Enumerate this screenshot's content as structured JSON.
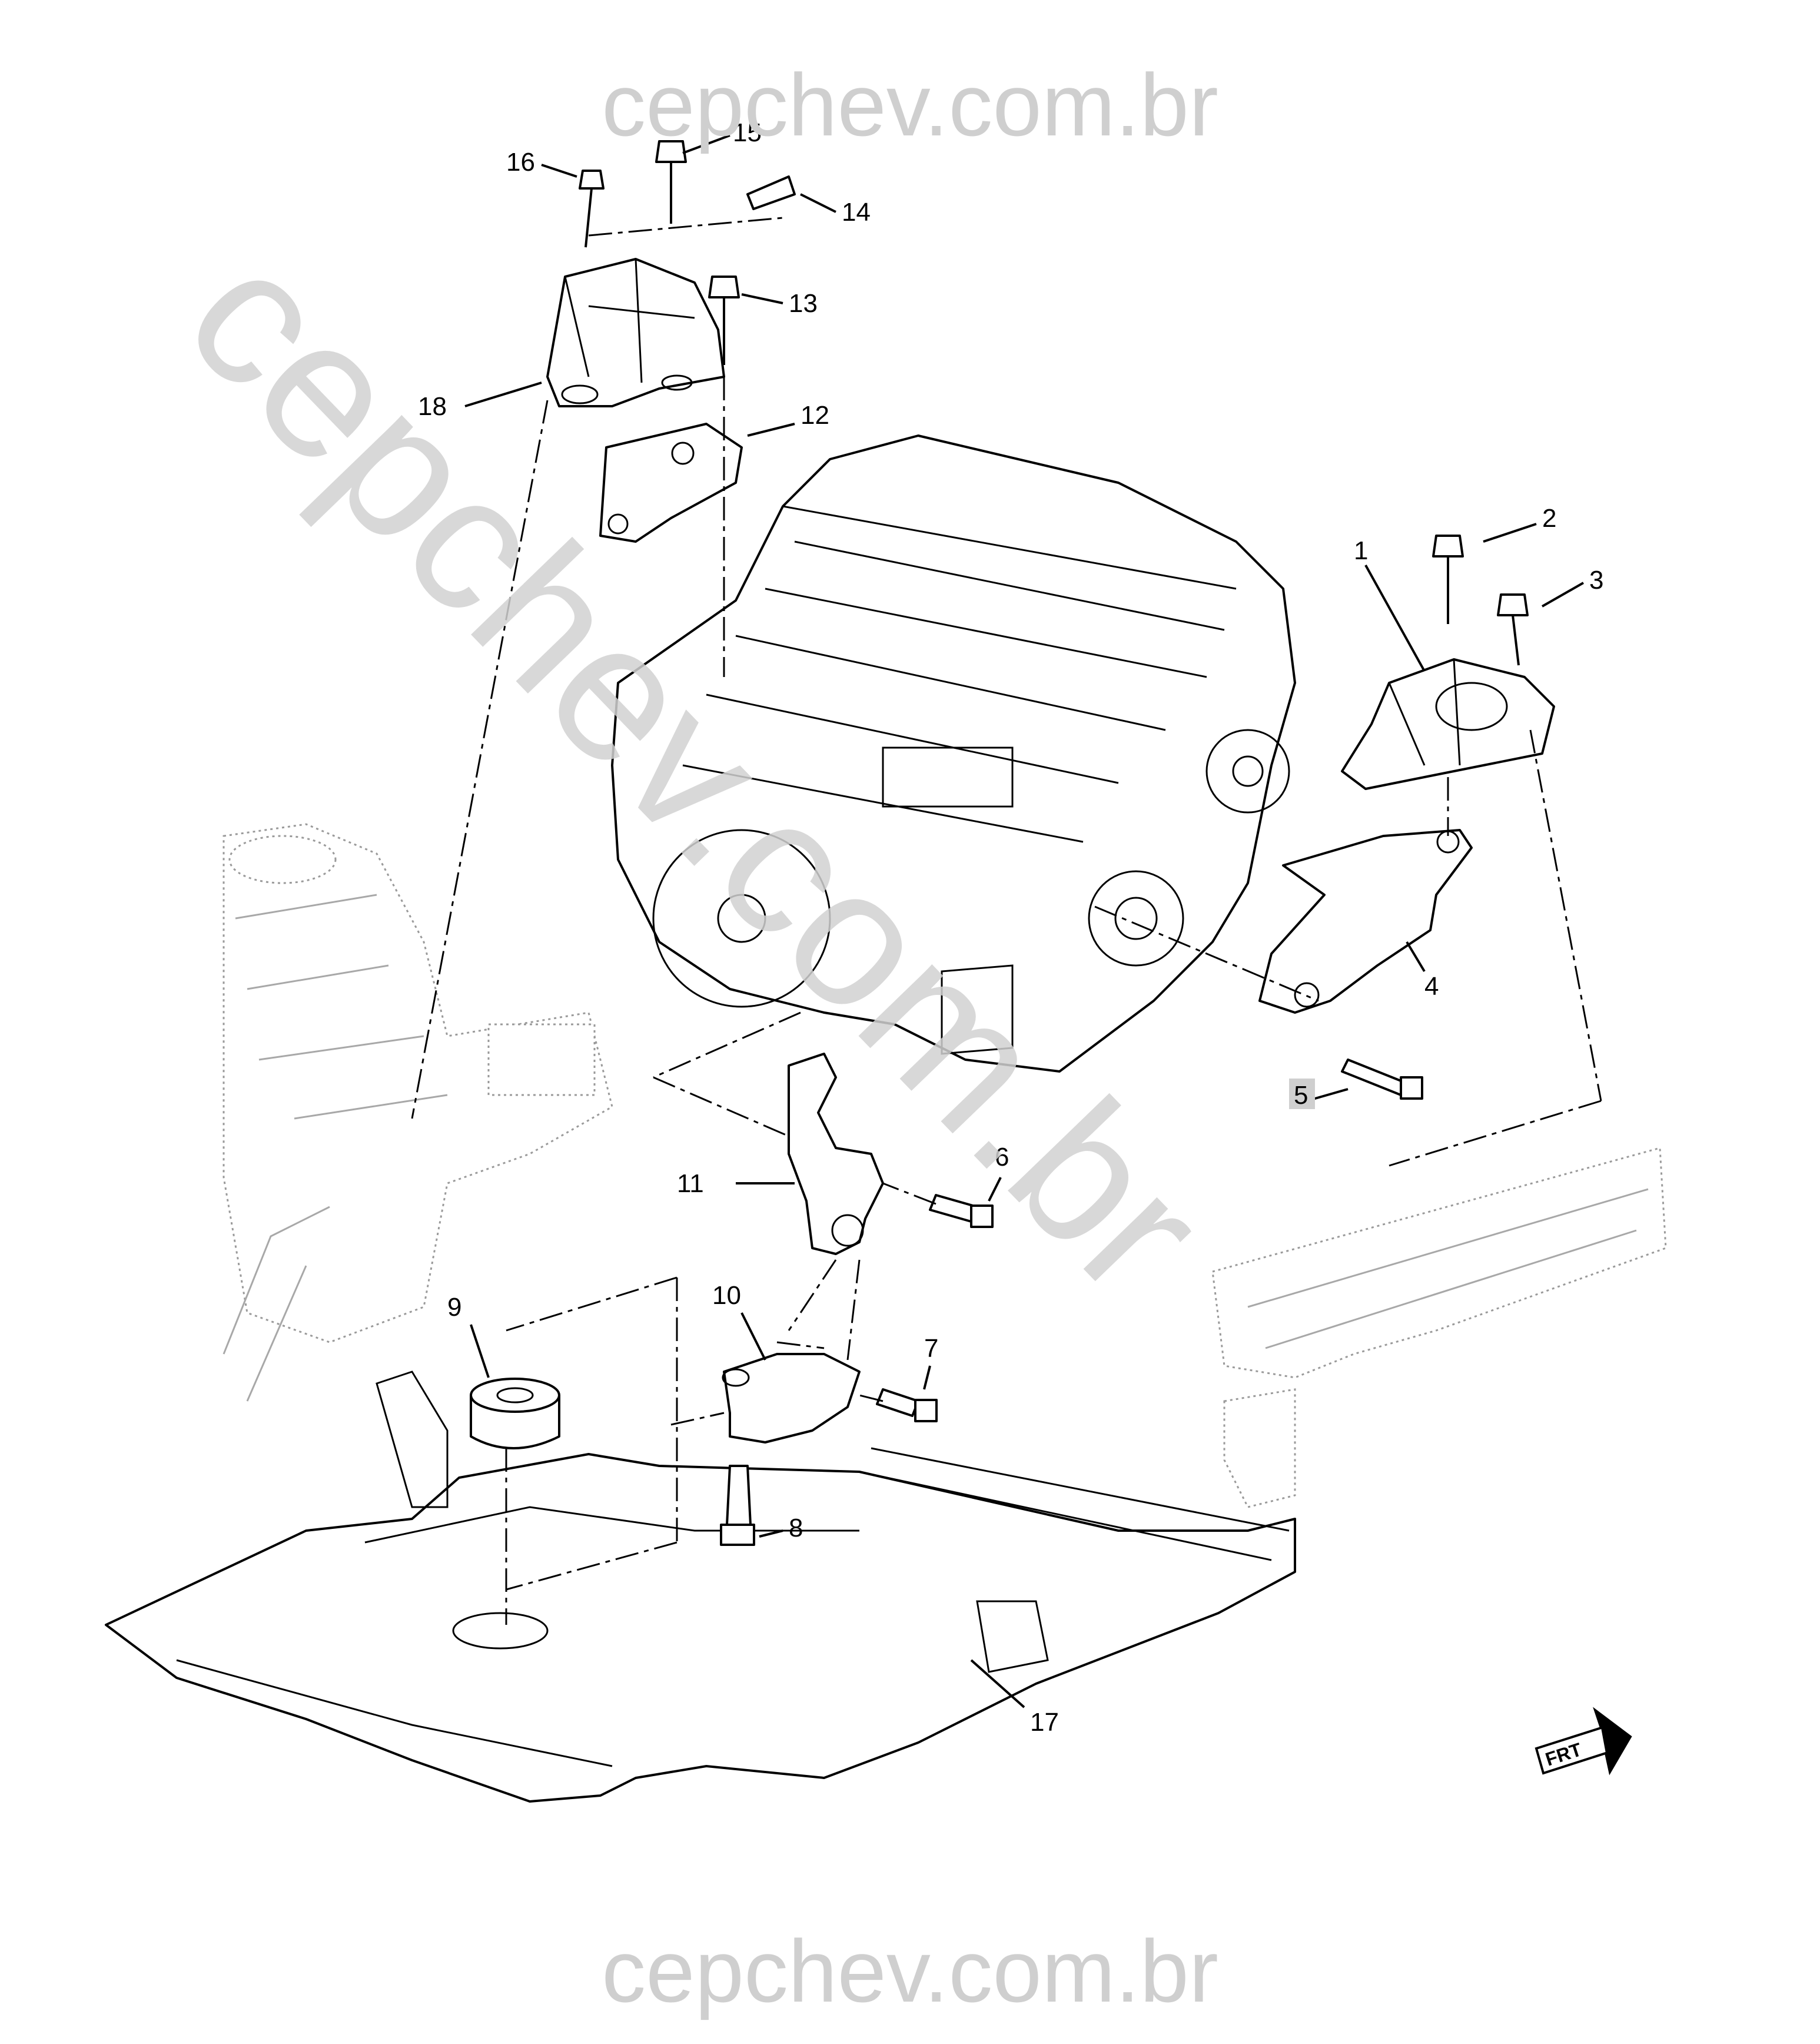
{
  "watermark": {
    "top": "cepchev.com.br",
    "bottom": "cepchev.com.br",
    "diagonal": "cepchev.com.br",
    "color": "#cfcfcf"
  },
  "callouts": [
    {
      "id": "1",
      "label": "1"
    },
    {
      "id": "2",
      "label": "2"
    },
    {
      "id": "3",
      "label": "3"
    },
    {
      "id": "4",
      "label": "4"
    },
    {
      "id": "5",
      "label": "5"
    },
    {
      "id": "6",
      "label": "6"
    },
    {
      "id": "7",
      "label": "7"
    },
    {
      "id": "8",
      "label": "8"
    },
    {
      "id": "9",
      "label": "9"
    },
    {
      "id": "10",
      "label": "10"
    },
    {
      "id": "11",
      "label": "11"
    },
    {
      "id": "12",
      "label": "12"
    },
    {
      "id": "13",
      "label": "13"
    },
    {
      "id": "14",
      "label": "14"
    },
    {
      "id": "15",
      "label": "15"
    },
    {
      "id": "16",
      "label": "16"
    },
    {
      "id": "17",
      "label": "17"
    },
    {
      "id": "18",
      "label": "18"
    }
  ],
  "direction_indicator": {
    "label": "FRT",
    "icon": "arrow-forward-icon"
  }
}
